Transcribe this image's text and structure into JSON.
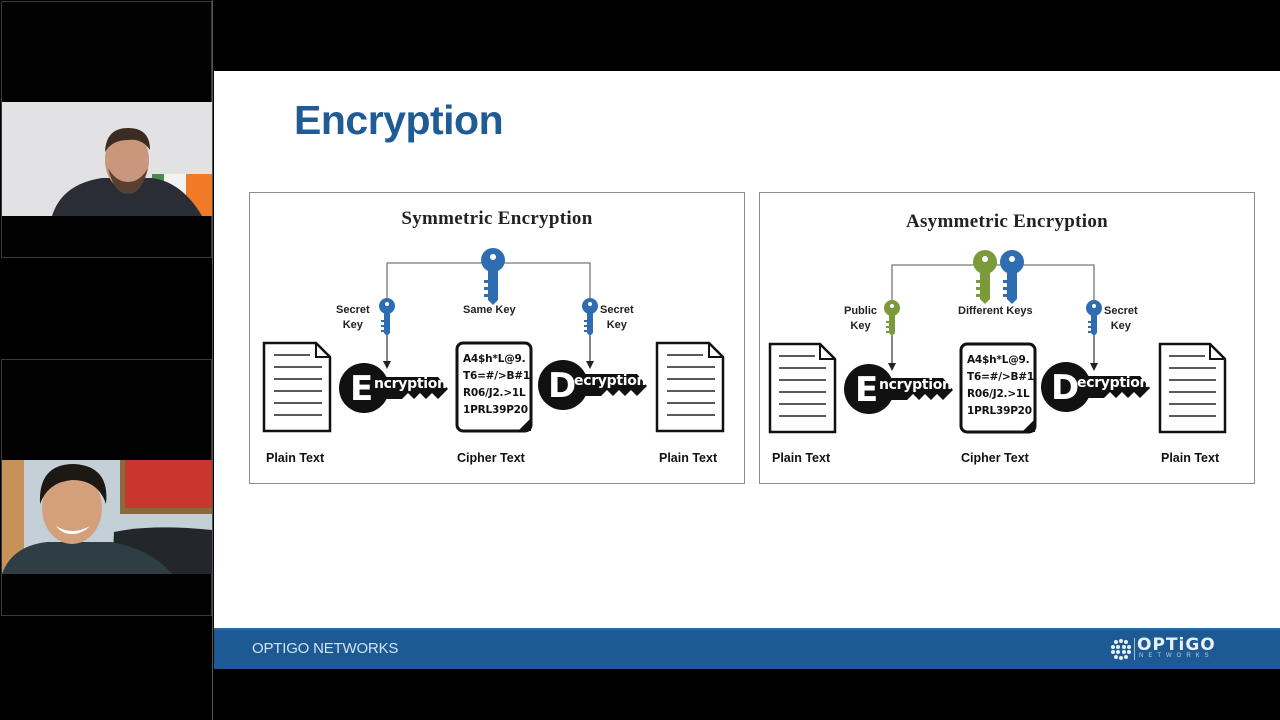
{
  "participants": [
    {
      "id": "participant-1",
      "video_on": true,
      "backdrop": "white wall with tricolour flag"
    },
    {
      "id": "participant-2",
      "video_on": true,
      "backdrop": "leather chair and red framed painting"
    }
  ],
  "slide": {
    "title": "Encryption",
    "panels": [
      {
        "title": "Symmetric Encryption",
        "center_key_label": "Same Key",
        "left_key_label": [
          "Secret",
          "Key"
        ],
        "right_key_label": [
          "Secret",
          "Key"
        ],
        "left_key_color": "#2f6db2",
        "right_key_color": "#2f6db2",
        "center_key_colors": [
          "#2f6db2"
        ],
        "encrypt_letter": "E",
        "encrypt_word": "ncryption",
        "decrypt_letter": "D",
        "decrypt_word": "ecryption",
        "cipher_lines": [
          "A4$h*L@9.",
          "T6=#/>B#1",
          "R06/J2.>1L",
          "1PRL39P20"
        ],
        "captions": [
          "Plain Text",
          "Cipher Text",
          "Plain Text"
        ]
      },
      {
        "title": "Asymmetric Encryption",
        "center_key_label": "Different Keys",
        "left_key_label": [
          "Public",
          "Key"
        ],
        "right_key_label": [
          "Secret",
          "Key"
        ],
        "left_key_color": "#7b9a3a",
        "right_key_color": "#2f6db2",
        "center_key_colors": [
          "#7b9a3a",
          "#2f6db2"
        ],
        "encrypt_letter": "E",
        "encrypt_word": "ncryption",
        "decrypt_letter": "D",
        "decrypt_word": "ecryption",
        "cipher_lines": [
          "A4$h*L@9.",
          "T6=#/>B#1",
          "R06/J2.>1L",
          "1PRL39P20"
        ],
        "captions": [
          "Plain Text",
          "Cipher Text",
          "Plain Text"
        ]
      }
    ],
    "footer": {
      "company": "OPTIGO NETWORKS",
      "brand_name": "OPTiGO",
      "brand_sub": "NETWORKS"
    }
  },
  "colors": {
    "title_blue": "#1f5b94",
    "footer_blue": "#1d5a94",
    "key_blue": "#2f6db2",
    "key_green": "#7b9a3a"
  }
}
